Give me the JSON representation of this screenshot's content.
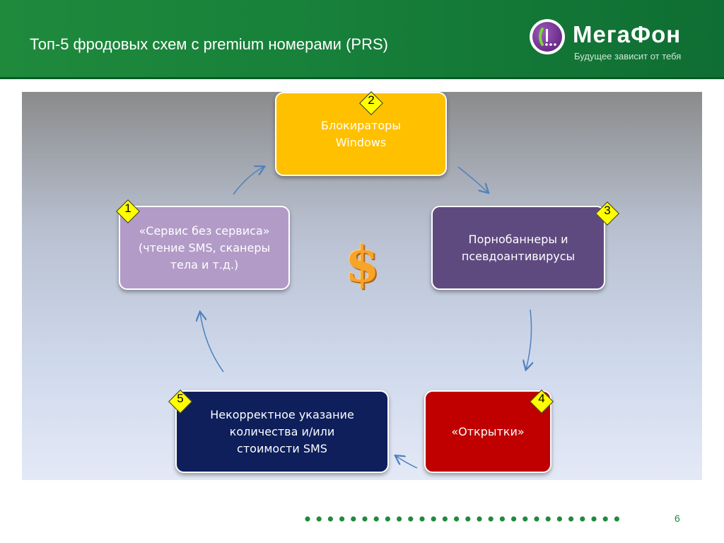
{
  "header": {
    "title": "Топ-5 фродовых схем с premium номерами (PRS)",
    "logo_name": "МегаФон",
    "logo_slogan": "Будущее зависит от тебя"
  },
  "diagram": {
    "boxes": [
      {
        "id": "1",
        "label": "«Сервис без сервиса»\n(чтение SMS, сканеры\nтела и т.д.)",
        "color": "#b39bc8"
      },
      {
        "id": "2",
        "label": "Блокираторы\nWindows",
        "color": "#ffc000"
      },
      {
        "id": "3",
        "label": "Порнобаннеры и\nпсевдоантивирусы",
        "color": "#5f4a80"
      },
      {
        "id": "4",
        "label": "«Открытки»",
        "color": "#c00000"
      },
      {
        "id": "5",
        "label": "Некорректное указание\nколичества и/или\nстоимости SMS",
        "color": "#0e1f5b"
      }
    ],
    "center_symbol": "$",
    "badge_color": "#ffff00",
    "arrow_color": "#4f81bd"
  },
  "footer": {
    "page_number": "6",
    "dot_color": "#1f8a3c"
  }
}
